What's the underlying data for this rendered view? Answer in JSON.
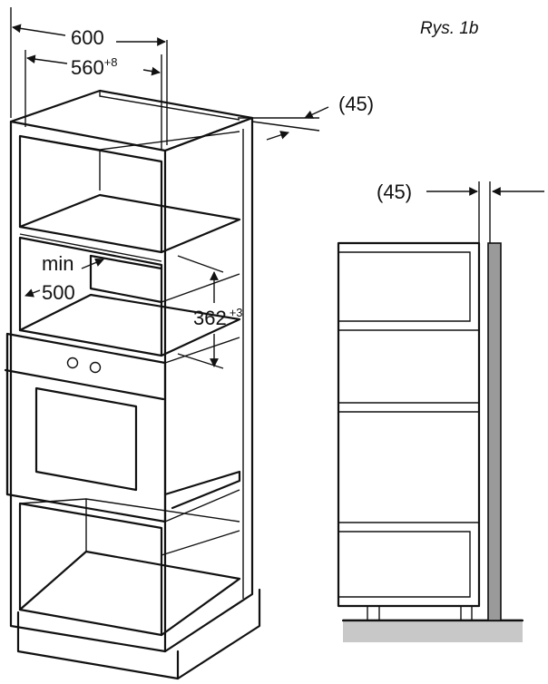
{
  "figure_label": "Rys. 1b",
  "dimensions": {
    "cabinet_width": "600",
    "niche_width": "560",
    "niche_width_tolerance": "+8",
    "niche_depth_min_label": "min",
    "niche_depth_min_value": "500",
    "niche_height": "362",
    "niche_height_tolerance": "+3",
    "rear_gap_left": "(45)",
    "rear_gap_right": "(45)"
  }
}
